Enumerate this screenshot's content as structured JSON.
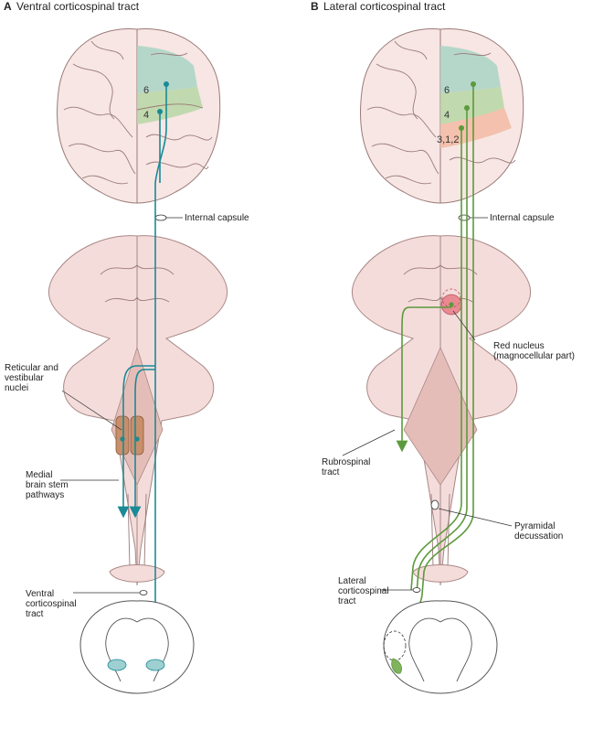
{
  "panel_a": {
    "letter": "A",
    "title": "Ventral corticospinal tract",
    "areas": [
      "6",
      "4"
    ],
    "labels": {
      "internal_capsule": "Internal capsule",
      "reticular_1": "Reticular and",
      "reticular_2": "vestibular",
      "reticular_3": "nuclei",
      "medial_1": "Medial",
      "medial_2": "brain stem",
      "medial_3": "pathways",
      "ventral_1": "Ventral",
      "ventral_2": "corticospinal",
      "ventral_3": "tract"
    }
  },
  "panel_b": {
    "letter": "B",
    "title": "Lateral corticospinal tract",
    "areas": [
      "6",
      "4",
      "3,1,2"
    ],
    "labels": {
      "internal_capsule": "Internal capsule",
      "red_1": "Red nucleus",
      "red_2": "(magnocellular part)",
      "rubro_1": "Rubrospinal",
      "rubro_2": "tract",
      "pyr_1": "Pyramidal",
      "pyr_2": "decussation",
      "lat_1": "Lateral",
      "lat_2": "corticospinal",
      "lat_3": "tract"
    }
  },
  "colors": {
    "ventral_tract": "#1a8a96",
    "lateral_tract": "#5c9a3c",
    "area6": "#a9d3c6",
    "area4": "#b7d6a4",
    "area312": "#f2bca6",
    "red_nucleus": "#e98a92",
    "nuclei_box": "#c98e6a"
  }
}
